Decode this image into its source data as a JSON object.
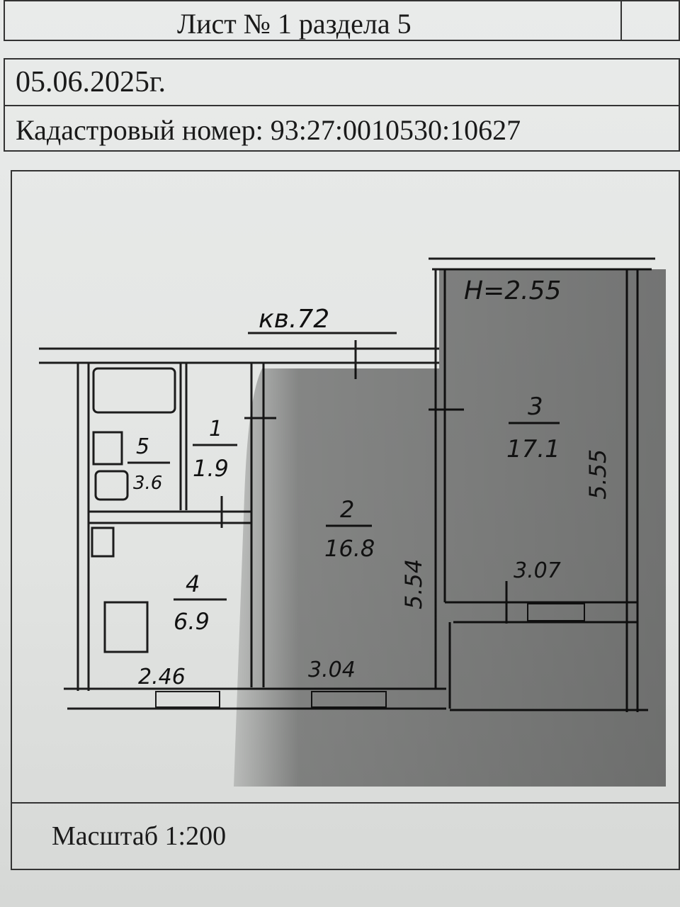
{
  "header": {
    "sheet_title": "Лист № 1 раздела 5",
    "date": "05.06.2025г.",
    "cadastral_label": "Кадастровый номер: 93:27:0010530:10627"
  },
  "plan": {
    "apartment_label": "кв.72",
    "ceiling_height": "H=2.55",
    "rooms": [
      {
        "number": "1",
        "area": "1.9"
      },
      {
        "number": "2",
        "area": "16.8"
      },
      {
        "number": "3",
        "area": "17.1"
      },
      {
        "number": "4",
        "area": "6.9"
      },
      {
        "number": "5",
        "area": "3.6"
      }
    ],
    "dimensions": {
      "room2_length": "5.54",
      "room3_length": "5.55",
      "room3_width": "3.07",
      "kitchen_width": "2.46",
      "room2_width": "3.04"
    }
  },
  "footer": {
    "scale": "Масштаб 1:200"
  }
}
